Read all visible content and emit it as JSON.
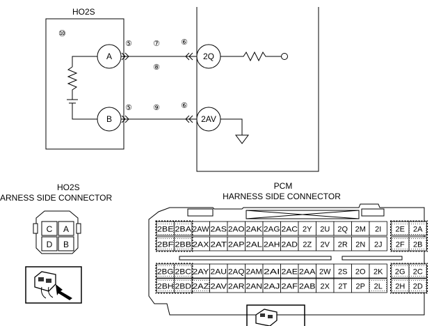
{
  "schematic": {
    "sensor_title": "HO2S",
    "sensor_num": "⑩",
    "terminal_a": "A",
    "terminal_b": "B",
    "pin_5_top": "⑤",
    "pin_7": "⑦",
    "pin_6_top": "⑥",
    "pin_8": "⑧",
    "pin_5_bot": "⑤",
    "pin_9": "⑨",
    "pin_6_bot": "⑥",
    "pcm_pin_top": "2Q",
    "pcm_pin_bot": "2AV"
  },
  "ho2s_connector": {
    "title": "HO2S",
    "subtitle": "ARNESS SIDE CONNECTOR",
    "pins": [
      [
        "C",
        "A"
      ],
      [
        "D",
        "B"
      ]
    ]
  },
  "pcm_connector": {
    "title": "PCM",
    "subtitle": "HARNESS SIDE CONNECTOR",
    "upper_rows": [
      [
        "2BE",
        "2BA",
        "2AW",
        "2AS",
        "2AO",
        "2AK",
        "2AG",
        "2AC",
        "2Y",
        "2U",
        "2Q",
        "2M",
        "2I",
        "2E",
        "2A"
      ],
      [
        "2BF",
        "2BB",
        "2AX",
        "2AT",
        "2AP",
        "2AL",
        "2AH",
        "2AD",
        "2Z",
        "2V",
        "2R",
        "2N",
        "2J",
        "2F",
        "2B"
      ]
    ],
    "lower_rows": [
      [
        "2BG",
        "2BC",
        "2AY",
        "2AU",
        "2AQ",
        "2AM",
        "2AI",
        "2AE",
        "2AA",
        "2W",
        "2S",
        "2O",
        "2K",
        "2G",
        "2C"
      ],
      [
        "2BH",
        "2BD",
        "2AZ",
        "2AV",
        "2AR",
        "2AN",
        "2AJ",
        "2AF",
        "2AB",
        "2X",
        "2T",
        "2P",
        "2L",
        "2H",
        "2D"
      ]
    ]
  }
}
